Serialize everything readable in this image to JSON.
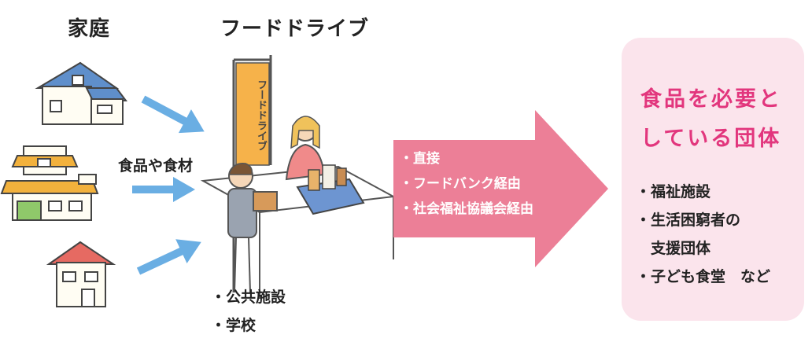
{
  "headings": {
    "household": "家庭",
    "food_drive": "フードドライブ"
  },
  "flow_label": "食品や食材",
  "banner_text": "フードドライブ",
  "locations": [
    "・公共施設",
    "・学校"
  ],
  "routes": [
    "・直接",
    "・フードバンク経由",
    "・社会福祉協議会経由"
  ],
  "recipient": {
    "title_lines": [
      "食品を必要と",
      "している団体"
    ],
    "items": [
      "・福祉施設",
      "・生活困窮者の",
      "　支援団体",
      "・子ども食堂　など"
    ]
  },
  "colors": {
    "flow_arrow": "#6aaee3",
    "route_arrow": "#ec7f97",
    "recipient_box": "#fbe4ec",
    "recipient_title": "#e2367d",
    "banner": "#f6b24a"
  }
}
